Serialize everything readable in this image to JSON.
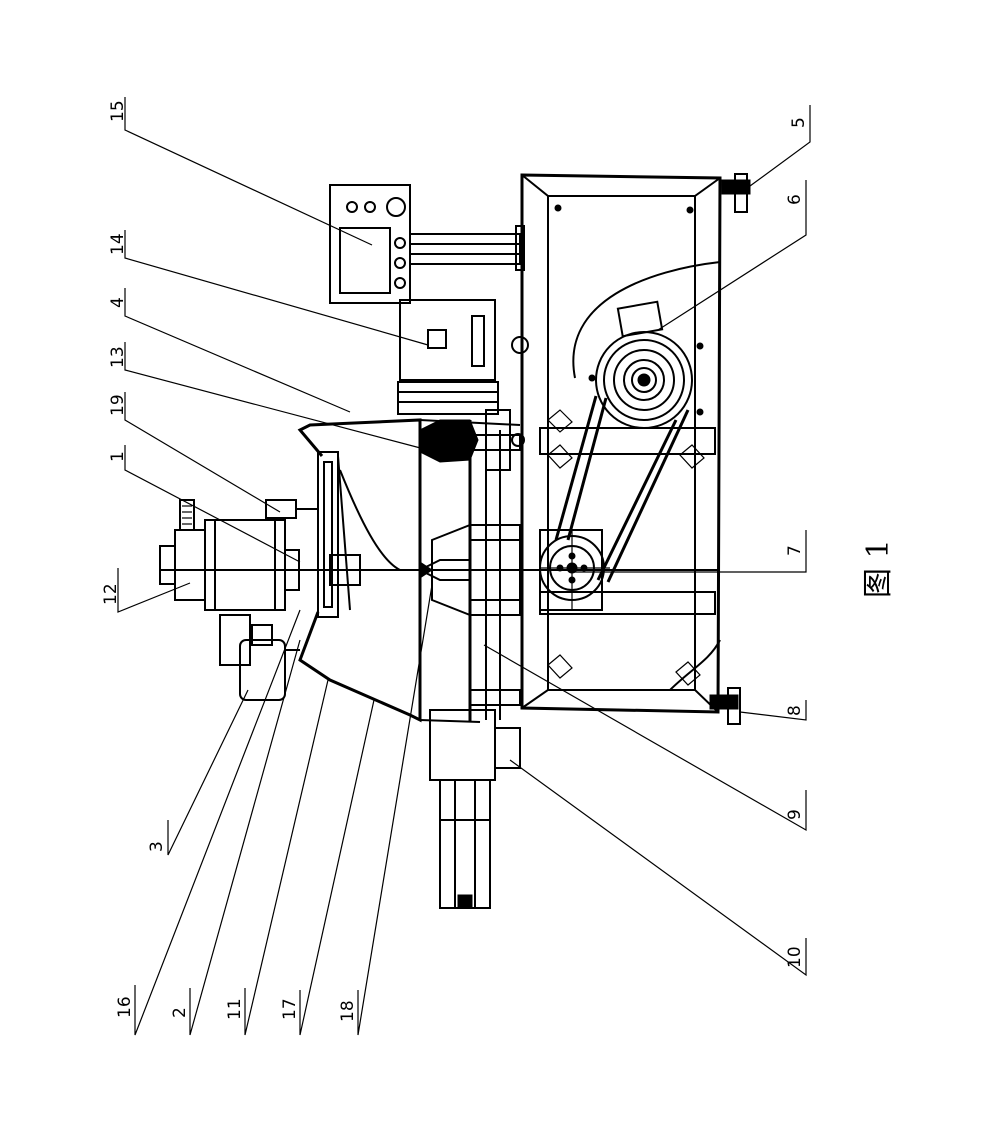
{
  "figure": {
    "caption": "图 1",
    "callouts": [
      {
        "id": "15",
        "label": "15"
      },
      {
        "id": "14",
        "label": "14"
      },
      {
        "id": "4",
        "label": "4"
      },
      {
        "id": "13",
        "label": "13"
      },
      {
        "id": "19",
        "label": "19"
      },
      {
        "id": "1",
        "label": "1"
      },
      {
        "id": "12",
        "label": "12"
      },
      {
        "id": "3",
        "label": "3"
      },
      {
        "id": "16",
        "label": "16"
      },
      {
        "id": "2",
        "label": "2"
      },
      {
        "id": "11",
        "label": "11"
      },
      {
        "id": "17",
        "label": "17"
      },
      {
        "id": "18",
        "label": "18"
      },
      {
        "id": "10",
        "label": "10"
      },
      {
        "id": "9",
        "label": "9"
      },
      {
        "id": "8",
        "label": "8"
      },
      {
        "id": "7",
        "label": "7"
      },
      {
        "id": "6",
        "label": "6"
      },
      {
        "id": "5",
        "label": "5"
      }
    ]
  }
}
